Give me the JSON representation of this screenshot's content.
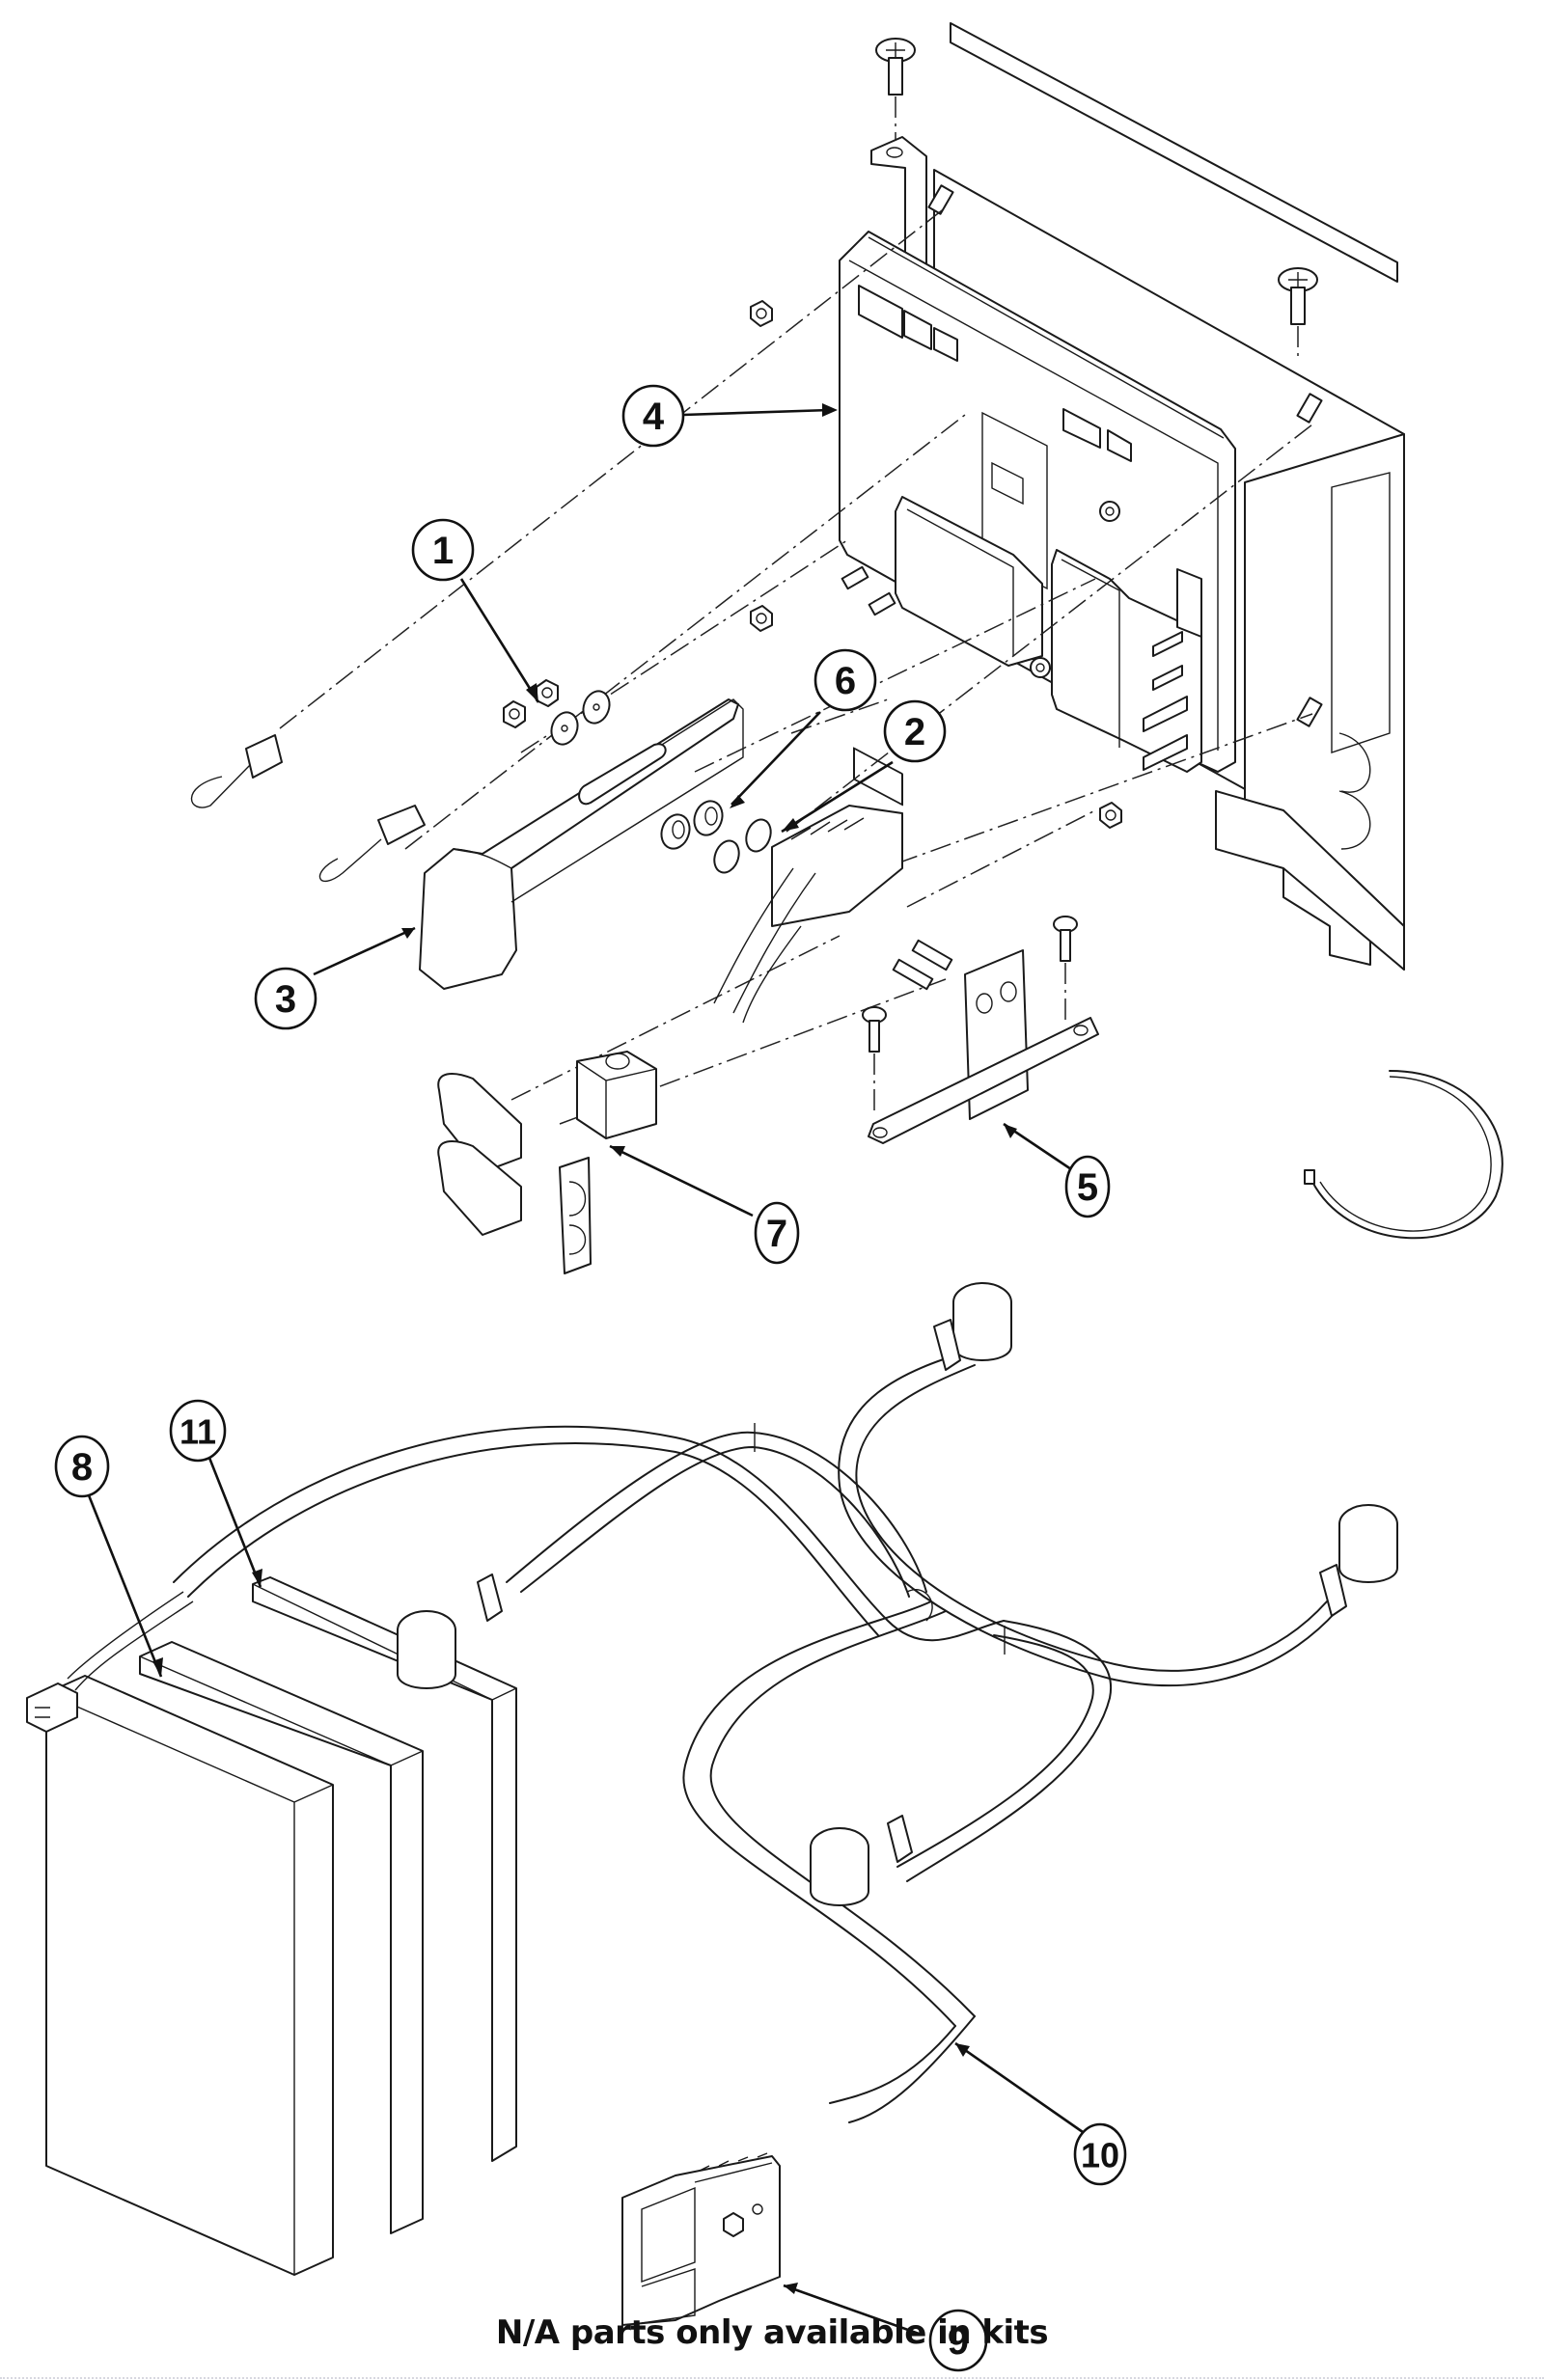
{
  "diagram": {
    "type": "exploded-parts-view",
    "subject": "Controller assembly with battery harness",
    "callouts": [
      {
        "number": "1",
        "part": "nut"
      },
      {
        "number": "2",
        "part": "washer"
      },
      {
        "number": "3",
        "part": "handle / lever"
      },
      {
        "number": "4",
        "part": "controller"
      },
      {
        "number": "5",
        "part": "mounting bracket"
      },
      {
        "number": "6",
        "part": "spacer"
      },
      {
        "number": "7",
        "part": "ferrite core"
      },
      {
        "number": "8",
        "part": "battery pad"
      },
      {
        "number": "9",
        "part": "battery connector"
      },
      {
        "number": "10",
        "part": "battery harness"
      },
      {
        "number": "11",
        "part": "battery pad"
      }
    ]
  },
  "footer": {
    "note": "N/A parts only available in kits"
  },
  "colors": {
    "line": "#1a1a1a",
    "background": "#ffffff"
  }
}
